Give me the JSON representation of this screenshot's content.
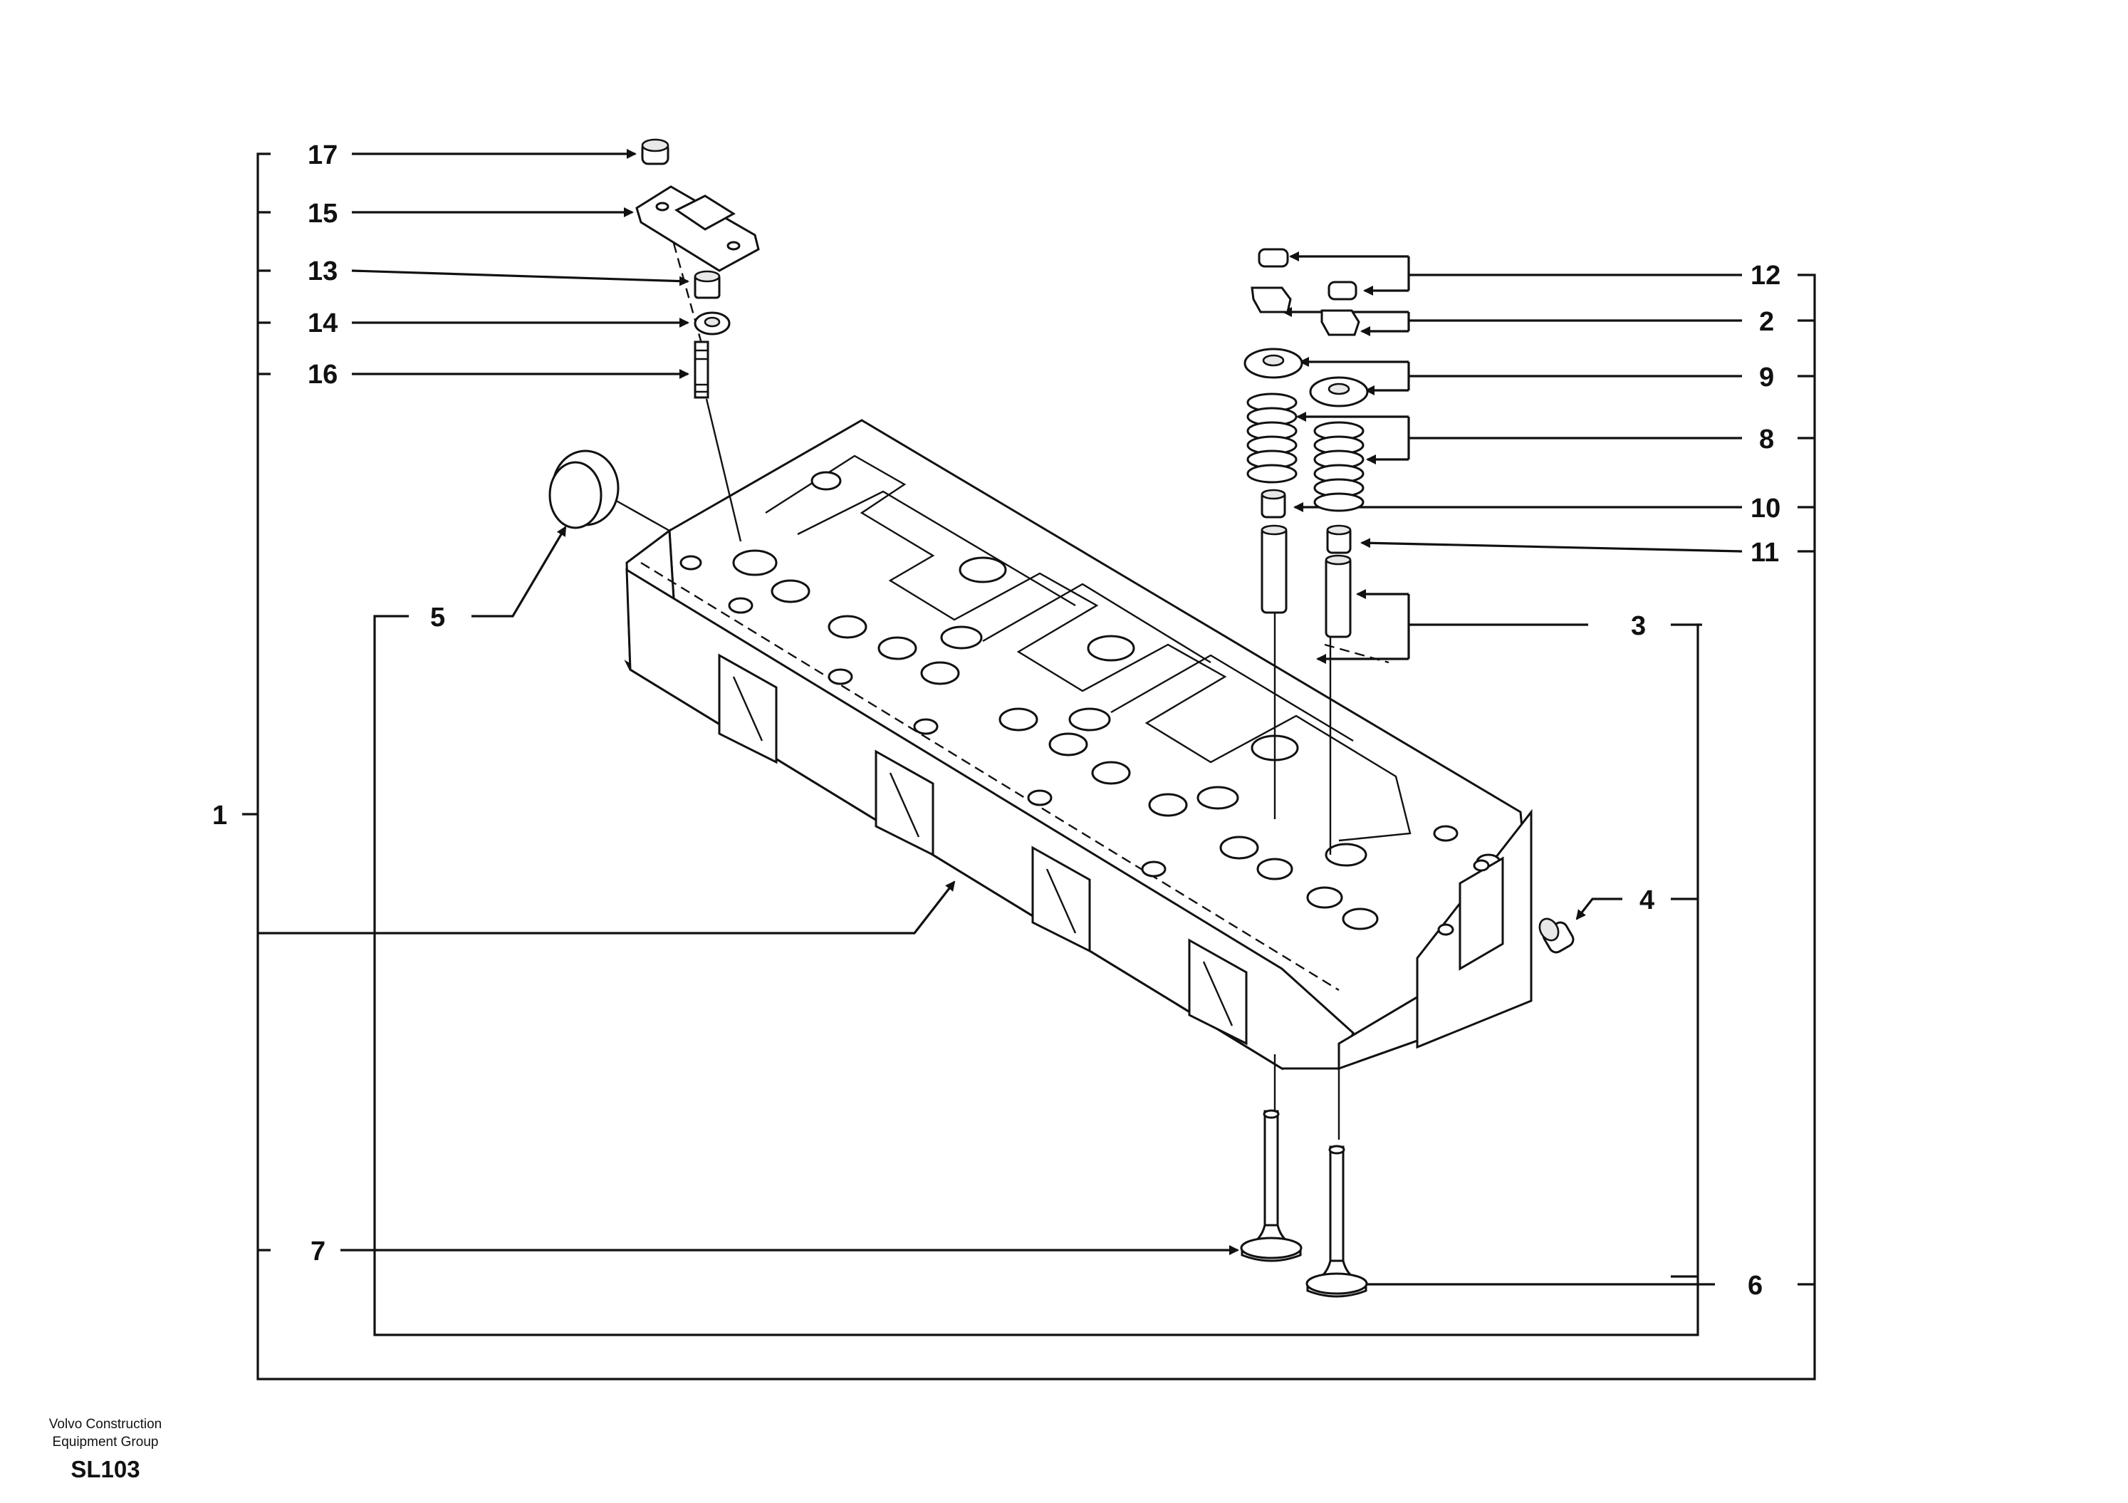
{
  "diagram": {
    "callouts": {
      "c1": "1",
      "c2": "2",
      "c3": "3",
      "c4": "4",
      "c5": "5",
      "c6": "6",
      "c7": "7",
      "c8": "8",
      "c9": "9",
      "c10": "10",
      "c11": "11",
      "c12": "12",
      "c13": "13",
      "c14": "14",
      "c15": "15",
      "c16": "16",
      "c17": "17"
    }
  },
  "footer": {
    "company_line1": "Volvo Construction",
    "company_line2": "Equipment Group",
    "code": "SL103"
  }
}
